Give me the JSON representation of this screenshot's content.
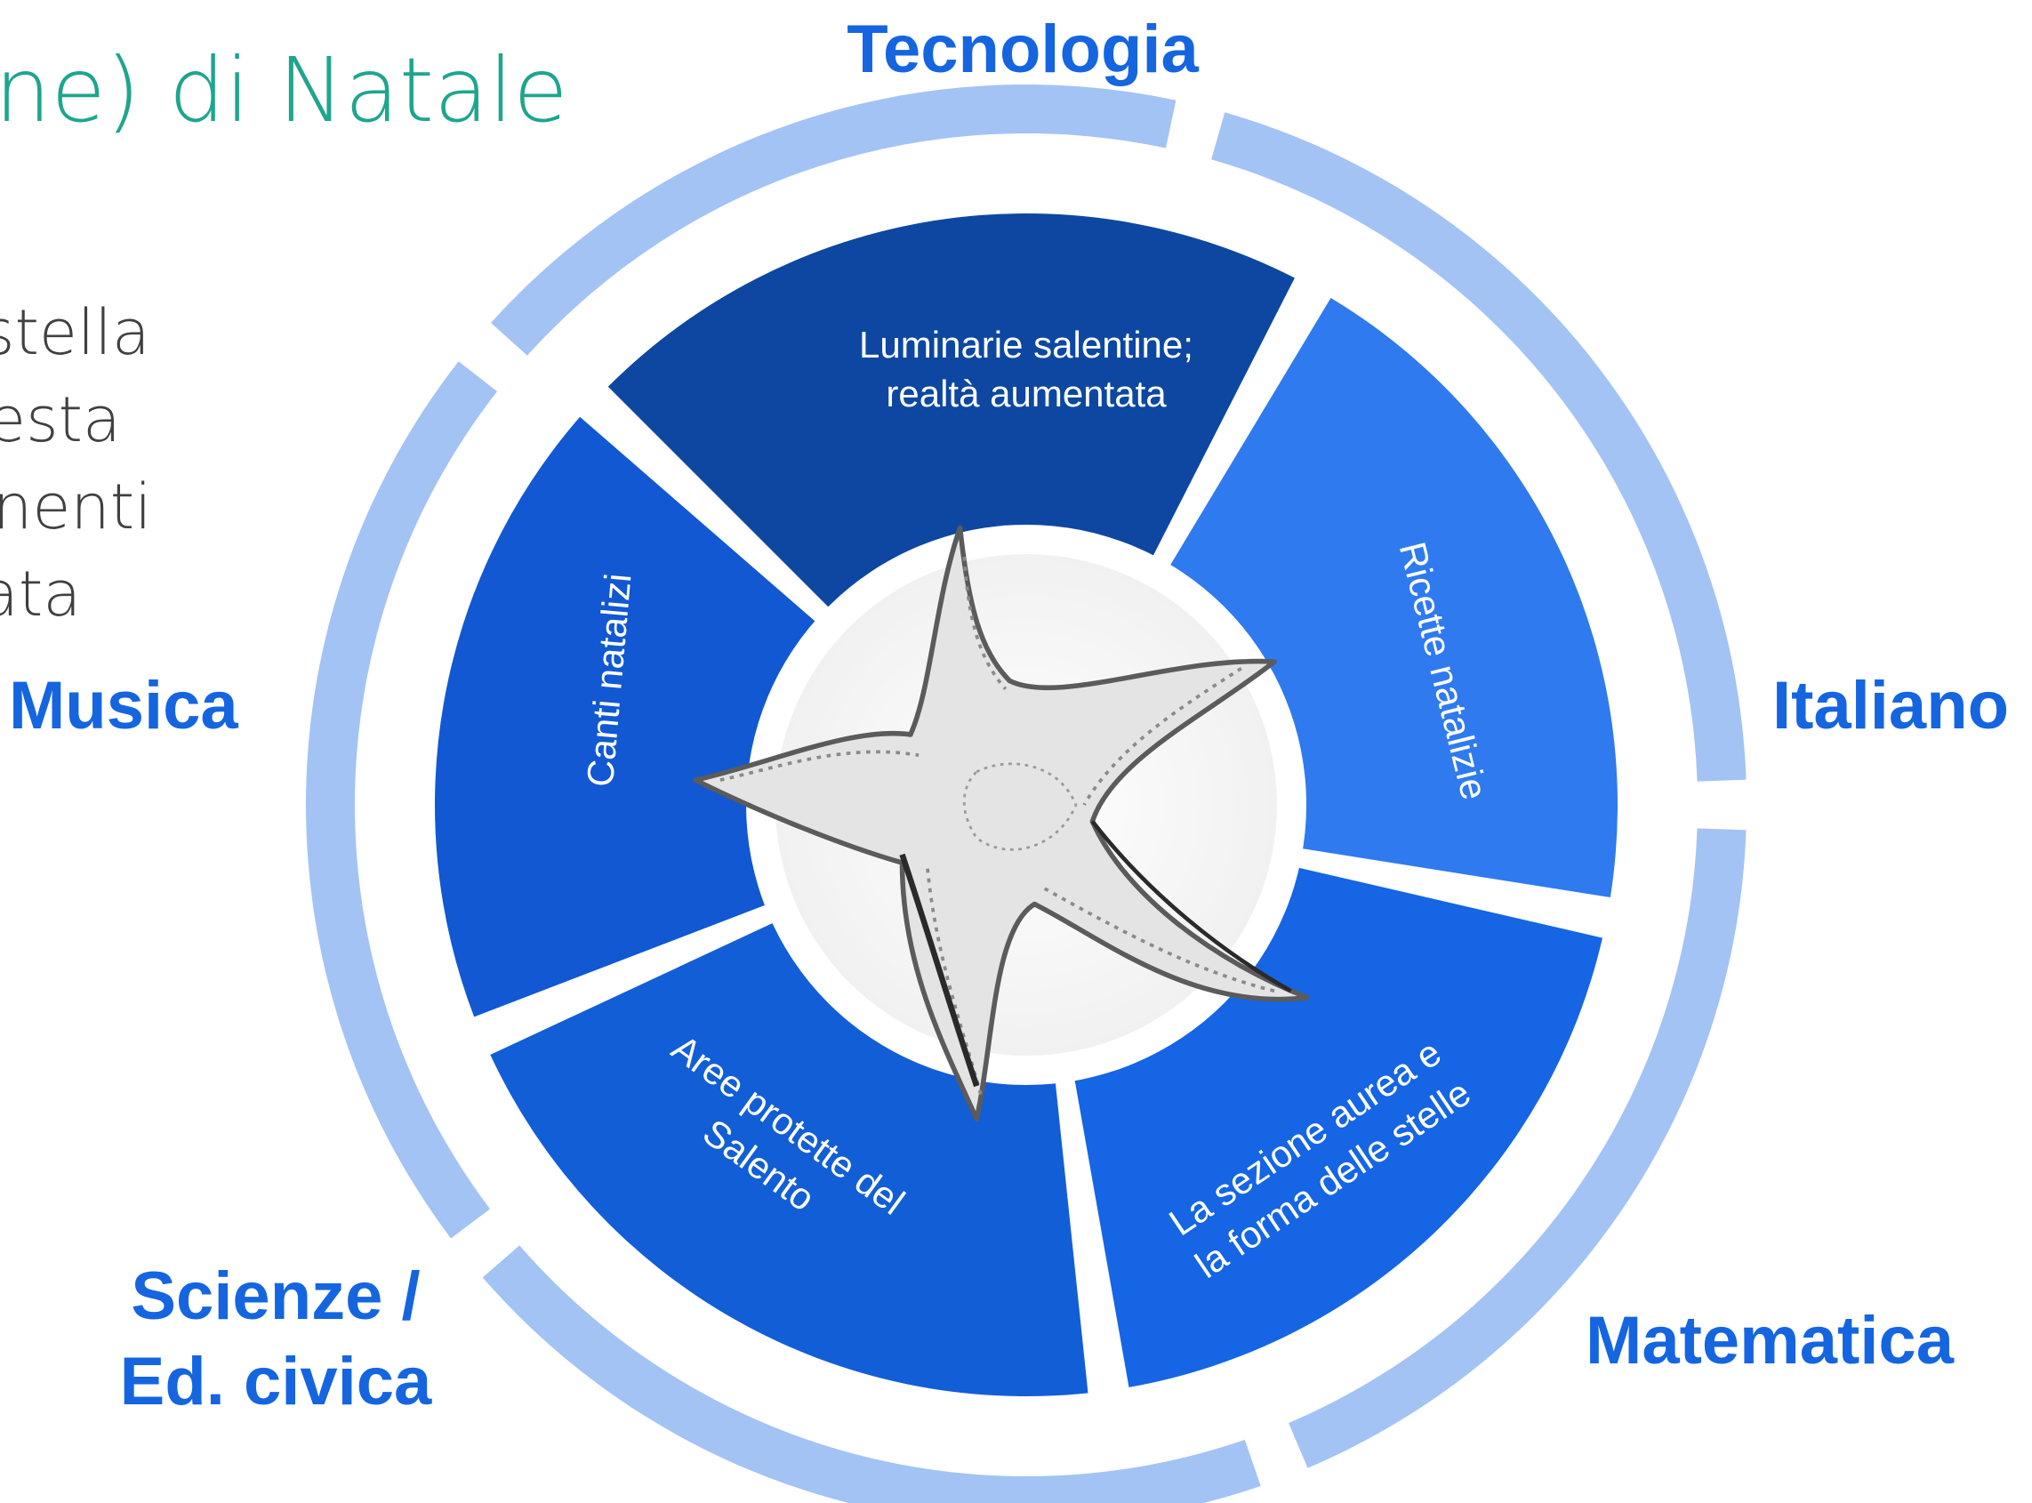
{
  "title": "ne) di Natale",
  "bullets": [
    "stella",
    "esta",
    "nenti",
    "ata"
  ],
  "center_image": {
    "icon": "starfish-illustration"
  },
  "subjects": {
    "tecnologia": "Tecnologia",
    "musica": "Musica",
    "italiano": "Italiano",
    "matematica": "Matematica",
    "scienze_line1": "Scienze /",
    "scienze_line2": "Ed. civica"
  },
  "segments": {
    "tecnologia_line1": "Luminarie salentine;",
    "tecnologia_line2": "realtà aumentata",
    "italiano": "Ricette natalizie",
    "matematica_line1": "La sezione aurea e",
    "matematica_line2": "la forma delle stelle",
    "scienze_line1": "Aree protette del",
    "scienze_line2": "Salento",
    "musica": "Canti natalizi"
  },
  "colors": {
    "title": "#1fa58e",
    "subject_label": "#1565e0",
    "outer_ring": "#a3c3f5",
    "segment_tecnologia": "#0d47a1",
    "segment_italiano": "#2f7aef",
    "segment_matematica": "#1565e5",
    "segment_scienze": "#125ed6",
    "segment_musica": "#1158d2"
  }
}
